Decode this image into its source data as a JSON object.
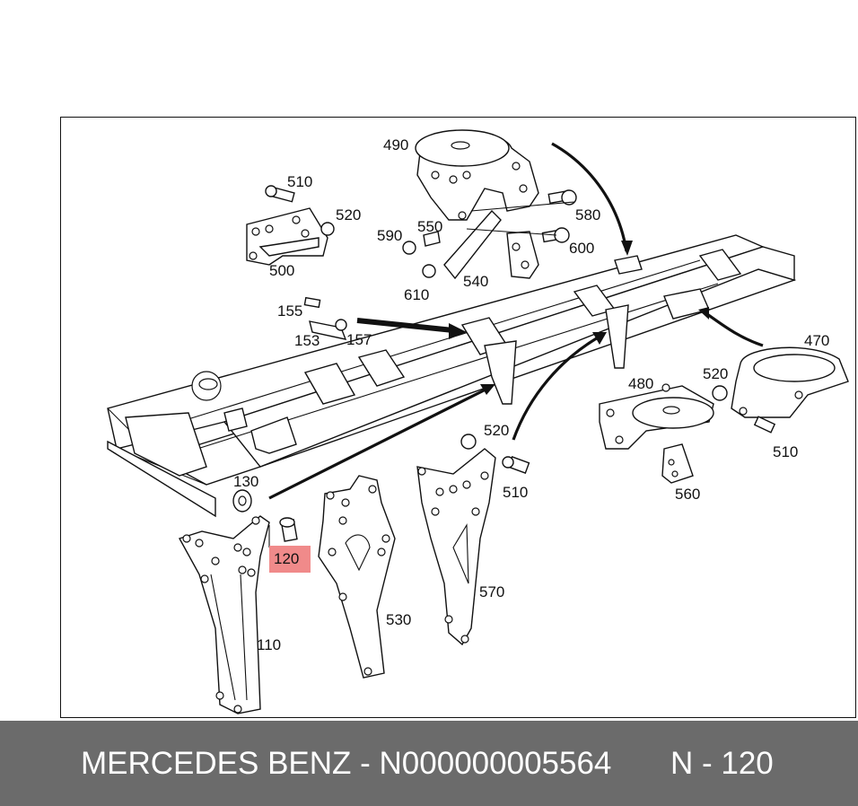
{
  "diagram": {
    "labels": {
      "p490": "490",
      "p510a": "510",
      "p520a": "520",
      "p500": "500",
      "p590": "590",
      "p550": "550",
      "p580": "580",
      "p600": "600",
      "p540": "540",
      "p610": "610",
      "p155": "155",
      "p153": "153",
      "p157": "157",
      "p470": "470",
      "p520b": "520",
      "p480": "480",
      "p510b": "510",
      "p520c": "520",
      "p510c": "510",
      "p560": "560",
      "p130": "130",
      "p120": "120",
      "p530": "530",
      "p570": "570",
      "p110": "110"
    },
    "highlight_color": "#f08a8a"
  },
  "footer": {
    "brand_part": "MERCEDES BENZ - N000000005564",
    "position": "N - 120"
  }
}
